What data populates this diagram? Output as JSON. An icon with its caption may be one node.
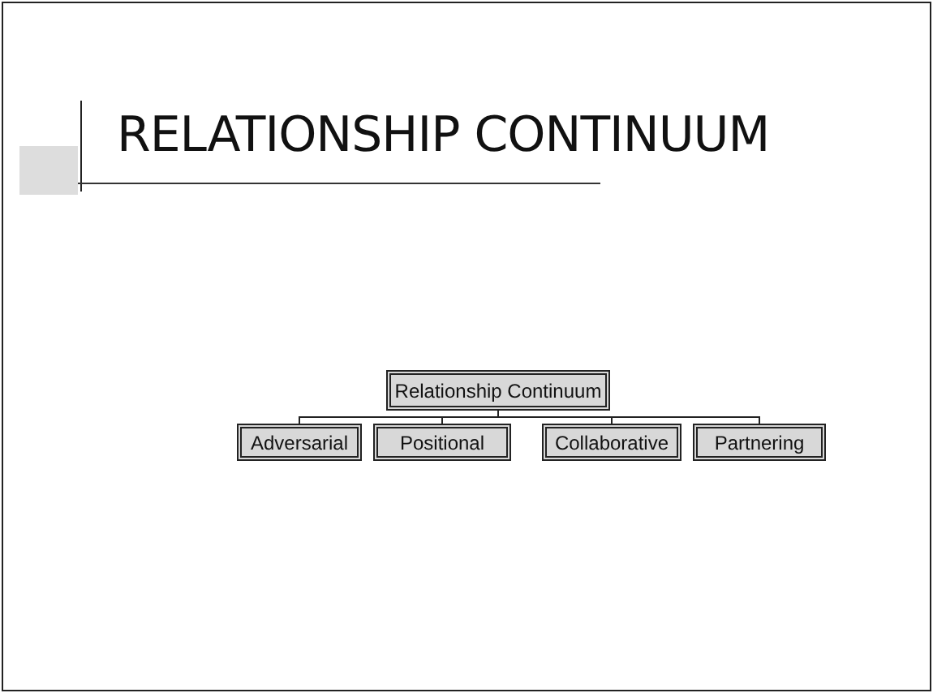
{
  "diagram": {
    "title": "RELATIONSHIP CONTINUUM",
    "nodes": [
      {
        "text": [
          "Relationship Continuum"
        ]
      },
      {
        "text": [
          "Adversarial"
        ]
      },
      {
        "text": [
          "Positional"
        ]
      },
      {
        "text": [
          "Collaborative"
        ]
      },
      {
        "text": [
          "Partnering"
        ]
      }
    ],
    "edges": [
      {
        "from": 0,
        "to": 1,
        "arrow": "none"
      },
      {
        "from": 0,
        "to": 2,
        "arrow": "none"
      },
      {
        "from": 0,
        "to": 3,
        "arrow": "none"
      },
      {
        "from": 0,
        "to": 4,
        "arrow": "none"
      }
    ]
  }
}
